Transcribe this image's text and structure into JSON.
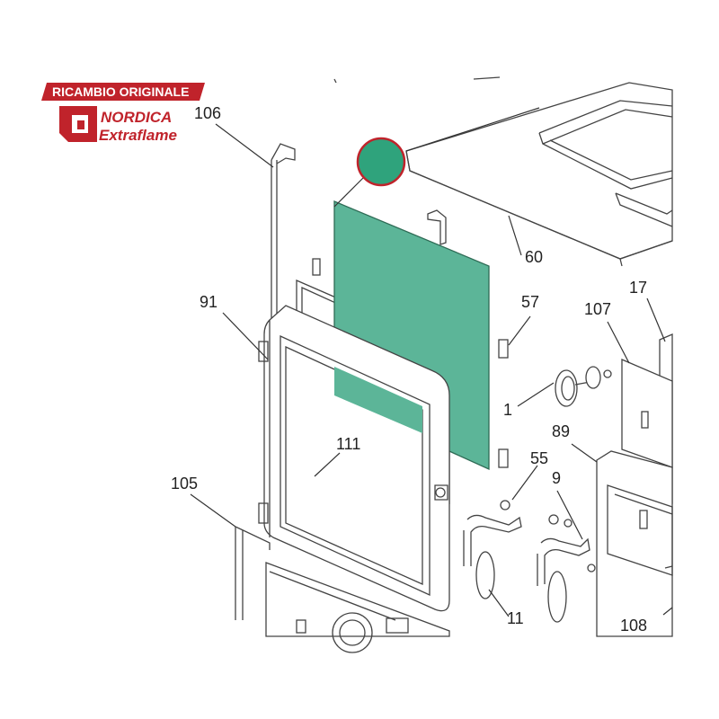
{
  "brand": {
    "banner": "RICAMBIO ORIGINALE",
    "name_top": "NORDICA",
    "name_bottom": "Extraflame",
    "accent": "#c0232b"
  },
  "highlight": {
    "color": "#5cb598",
    "marker_color": "#2fa37c",
    "marker_ring": "#c0232b"
  },
  "labels": {
    "p106": "106",
    "p60": "60",
    "p91": "91",
    "p57": "57",
    "p17": "17",
    "p107": "107",
    "p1": "1",
    "p89": "89",
    "p111": "111",
    "p55": "55",
    "p9": "9",
    "p105": "105",
    "p11": "11",
    "p108": "108"
  }
}
